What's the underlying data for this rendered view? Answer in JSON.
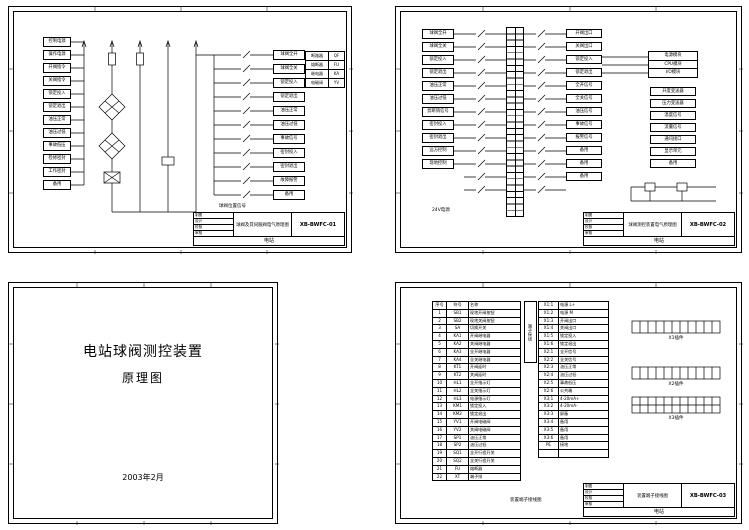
{
  "project": "电站",
  "titleblock_rows": [
    "制图",
    "设计",
    "校核",
    "审核"
  ],
  "doc": {
    "line1": "电站球阀测控装置",
    "line2": "原理图",
    "date": "2003年2月"
  },
  "s1": {
    "code": "XB-BWFC-01",
    "caption": "球阀及其伺服阀电气原理图",
    "note": "球阀位置信号",
    "legend": [
      "控制电源",
      "操作电源",
      "开阀指令",
      "关阀指令",
      "锁定投入",
      "锁定退出",
      "油压正常",
      "油压过低",
      "事故低压",
      "检修密封",
      "工作密封",
      "备用"
    ],
    "outputs": [
      "球阀全开",
      "球阀全关",
      "锁定投入",
      "锁定退出",
      "油压正常",
      "油压过低",
      "事故信号",
      "密封投入",
      "密封退出",
      "故障报警",
      "备用"
    ],
    "mini": [
      [
        "断路器",
        "QF"
      ],
      [
        "熔断器",
        "FU"
      ],
      [
        "继电器",
        "KA"
      ],
      [
        "电磁阀",
        "YV"
      ]
    ]
  },
  "s2": {
    "code": "XB-BWFC-02",
    "caption": "球阀测控装置电气原理图",
    "note": "24V电源",
    "legend": [
      "球阀全开",
      "球阀全关",
      "锁定投入",
      "锁定退出",
      "油压正常",
      "油压过低",
      "剪断销信号",
      "密封投入",
      "密封退出",
      "远方控制",
      "现地控制"
    ],
    "outputs": [
      "开阀出口",
      "关阀出口",
      "锁定投入",
      "锁定退出",
      "全开信号",
      "全关信号",
      "油压信号",
      "事故信号",
      "报警信号",
      "备用",
      "备用",
      "备用"
    ],
    "module": [
      "电源模块",
      "CPU模块",
      "I/O模块"
    ],
    "right_small": [
      "开度变送器",
      "压力变送器",
      "温度信号",
      "流量信号",
      "通讯接口",
      "显示单元",
      "备用"
    ]
  },
  "s4": {
    "code": "XB-BWFC-03",
    "caption": "装置端子接线图",
    "tableB_side": "端子接线",
    "connectors": [
      "X1插件",
      "X2插件",
      "X3插件"
    ],
    "tableA": [
      [
        "序号",
        "符号",
        "名称"
      ],
      [
        "1",
        "SB1",
        "现地开阀按钮"
      ],
      [
        "2",
        "SB2",
        "现地关阀按钮"
      ],
      [
        "3",
        "SA",
        "切换开关"
      ],
      [
        "4",
        "KA1",
        "开阀继电器"
      ],
      [
        "5",
        "KA2",
        "关阀继电器"
      ],
      [
        "6",
        "KA3",
        "全开继电器"
      ],
      [
        "7",
        "KA4",
        "全关继电器"
      ],
      [
        "8",
        "KT1",
        "开阀延时"
      ],
      [
        "9",
        "KT2",
        "关阀延时"
      ],
      [
        "10",
        "HL1",
        "全开指示灯"
      ],
      [
        "11",
        "HL2",
        "全关指示灯"
      ],
      [
        "12",
        "HL3",
        "电源指示灯"
      ],
      [
        "13",
        "KM1",
        "锁定投入"
      ],
      [
        "14",
        "KM2",
        "锁定退出"
      ],
      [
        "15",
        "YV1",
        "开阀电磁阀"
      ],
      [
        "16",
        "YV2",
        "关阀电磁阀"
      ],
      [
        "17",
        "SP1",
        "油压正常"
      ],
      [
        "18",
        "SP2",
        "油压过低"
      ],
      [
        "19",
        "SQ1",
        "全开行程开关"
      ],
      [
        "20",
        "SQ2",
        "全关行程开关"
      ],
      [
        "21",
        "FU",
        "熔断器"
      ],
      [
        "22",
        "XT",
        "端子排"
      ]
    ],
    "tableB": [
      [
        "X1:1",
        "电源 L+"
      ],
      [
        "X1:2",
        "电源 M"
      ],
      [
        "X1:3",
        "开阀出口"
      ],
      [
        "X1:4",
        "关阀出口"
      ],
      [
        "X1:5",
        "锁定投入"
      ],
      [
        "X1:6",
        "锁定退出"
      ],
      [
        "X2:1",
        "全开信号"
      ],
      [
        "X2:2",
        "全关信号"
      ],
      [
        "X2:3",
        "油压正常"
      ],
      [
        "X2:4",
        "油压过低"
      ],
      [
        "X2:5",
        "事故低压"
      ],
      [
        "X2:6",
        "公共端"
      ],
      [
        "X3:1",
        "4-20mA+"
      ],
      [
        "X3:2",
        "4-20mA-"
      ],
      [
        "X3:3",
        "屏蔽"
      ],
      [
        "X3:4",
        "备用"
      ],
      [
        "X3:5",
        "备用"
      ],
      [
        "X3:6",
        "备用"
      ],
      [
        "PE",
        "接地"
      ],
      [
        "",
        ""
      ]
    ]
  }
}
